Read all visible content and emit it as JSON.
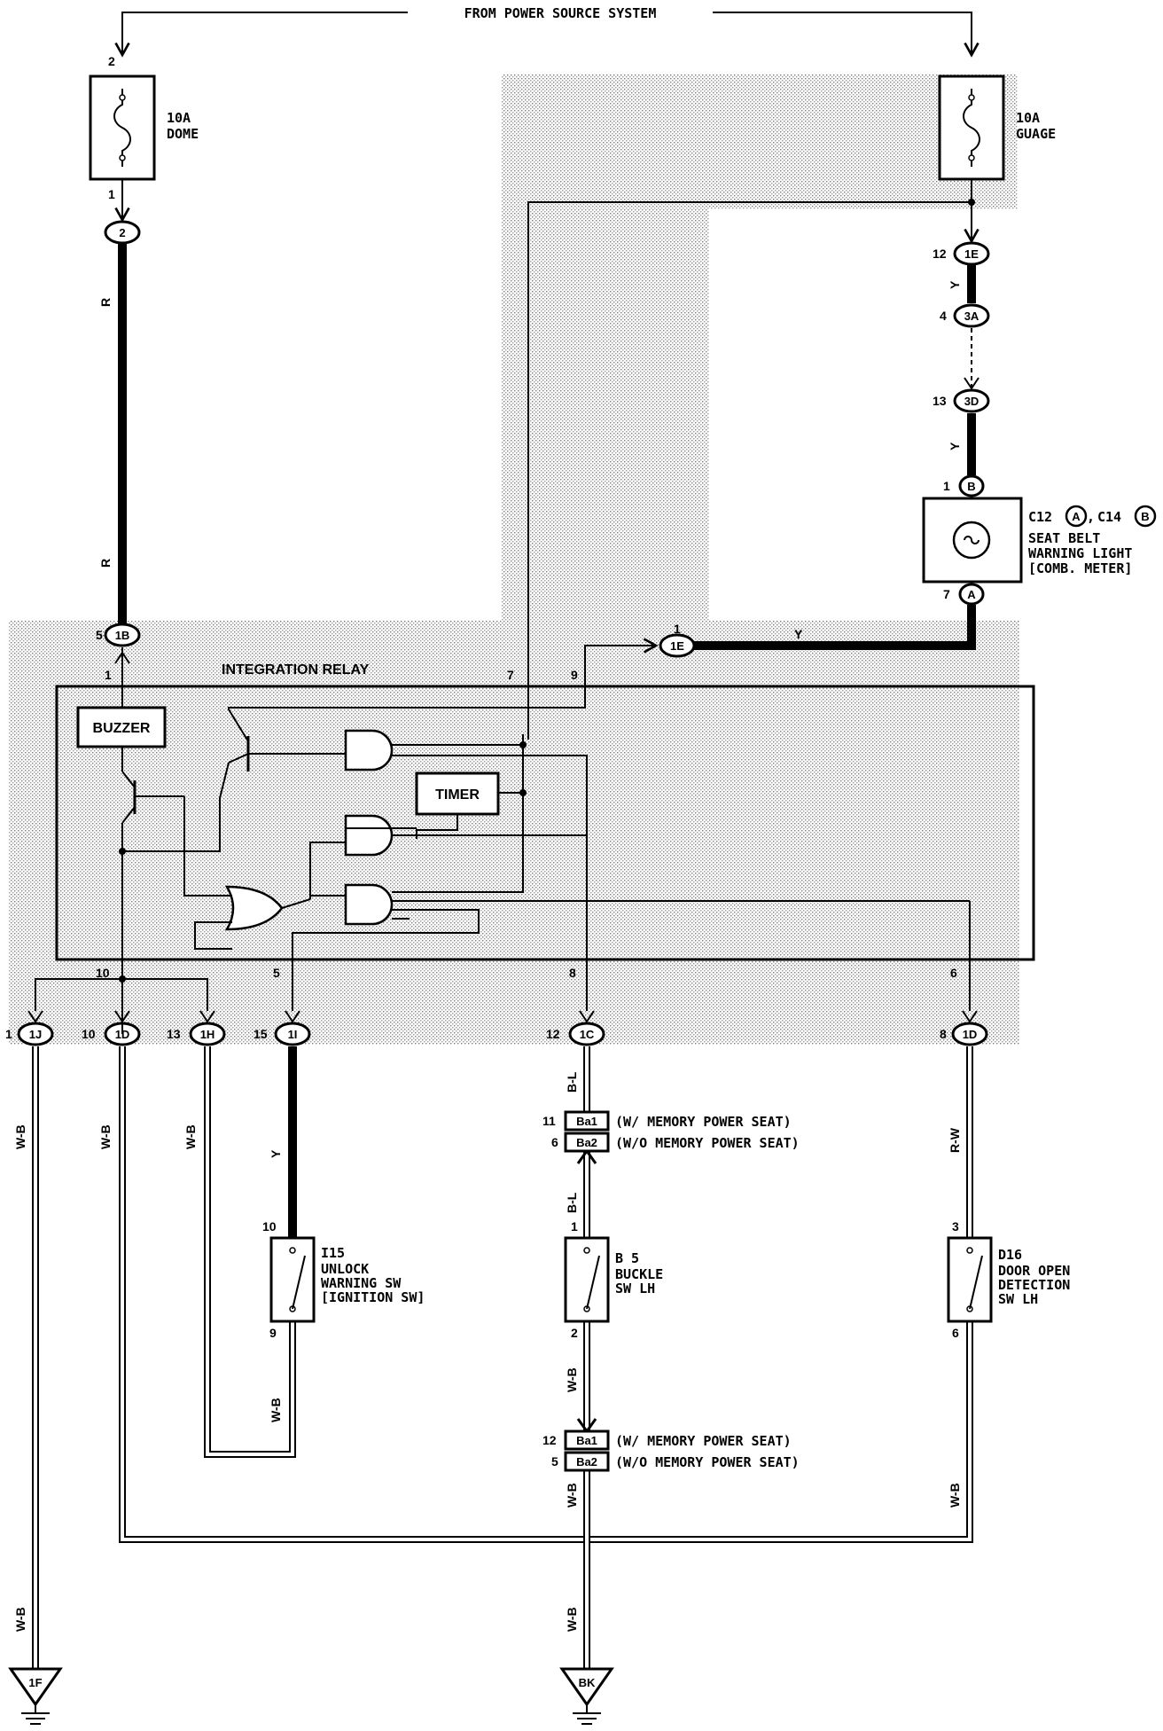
{
  "power_source": "FROM POWER SOURCE SYSTEM",
  "fuses": {
    "dome": {
      "rating": "10A",
      "name": "DOME",
      "pin_top": "2",
      "pin_bottom": "1"
    },
    "gauge": {
      "rating": "10A",
      "name": "GUAGE"
    }
  },
  "relay": {
    "title": "INTEGRATION RELAY",
    "buzzer": "BUZZER",
    "timer": "TIMER",
    "pins": {
      "p1": "1",
      "p7": "7",
      "p9": "9",
      "p10": "10",
      "p5": "5",
      "p8": "8",
      "p6": "6"
    }
  },
  "connectors": {
    "c2": "2",
    "c1B": {
      "label": "1B",
      "pin": "5"
    },
    "c1E_top": {
      "label": "1E",
      "pin": "12"
    },
    "c3A": {
      "label": "3A",
      "pin": "4"
    },
    "c3D": {
      "label": "3D",
      "pin": "13"
    },
    "c1E_mid": {
      "label": "1E",
      "pin": "1"
    },
    "c1J": {
      "label": "1J",
      "pin": "1"
    },
    "c1D_l": {
      "label": "1D",
      "pin": "10"
    },
    "c1H": {
      "label": "1H",
      "pin": "13"
    },
    "c1I": {
      "label": "1I",
      "pin": "15"
    },
    "c1C": {
      "label": "1C",
      "pin": "12"
    },
    "c1D_r": {
      "label": "1D",
      "pin": "8"
    }
  },
  "warning_light": {
    "pin_top_num": "1",
    "pin_top_letter": "B",
    "pin_bot_num": "7",
    "pin_bot_letter": "A",
    "code_1": "C12",
    "code_1_letter": "A",
    "sep": ",",
    "code_2": "C14",
    "code_2_letter": "B",
    "line1": "SEAT BELT",
    "line2": "WARNING LIGHT",
    "line3": "[COMB. METER]"
  },
  "wire_colors": {
    "r": "R",
    "y": "Y",
    "wb": "W-B",
    "bl": "B-L",
    "rw": "R-W"
  },
  "switches": {
    "i15": {
      "code": "I15",
      "l1": "UNLOCK",
      "l2": "WARNING SW",
      "l3": "[IGNITION SW]",
      "pin_top": "10",
      "pin_bot": "9"
    },
    "b5": {
      "code": "B 5",
      "l1": "BUCKLE",
      "l2": "SW LH",
      "pin_top": "1",
      "pin_bot": "2"
    },
    "d16": {
      "code": "D16",
      "l1": "DOOR OPEN",
      "l2": "DETECTION",
      "l3": "SW LH",
      "pin_top": "3",
      "pin_bot": "6"
    }
  },
  "ba_upper": {
    "pin_a": "11",
    "label_a": "Ba1",
    "desc_a": "(W/ MEMORY POWER SEAT)",
    "pin_b": "6",
    "label_b": "Ba2",
    "desc_b": "(W/O MEMORY POWER SEAT)"
  },
  "ba_lower": {
    "pin_a": "12",
    "label_a": "Ba1",
    "desc_a": "(W/ MEMORY POWER SEAT)",
    "pin_b": "5",
    "label_b": "Ba2",
    "desc_b": "(W/O MEMORY POWER SEAT)"
  },
  "grounds": {
    "g1": "1F",
    "g2": "BK"
  }
}
